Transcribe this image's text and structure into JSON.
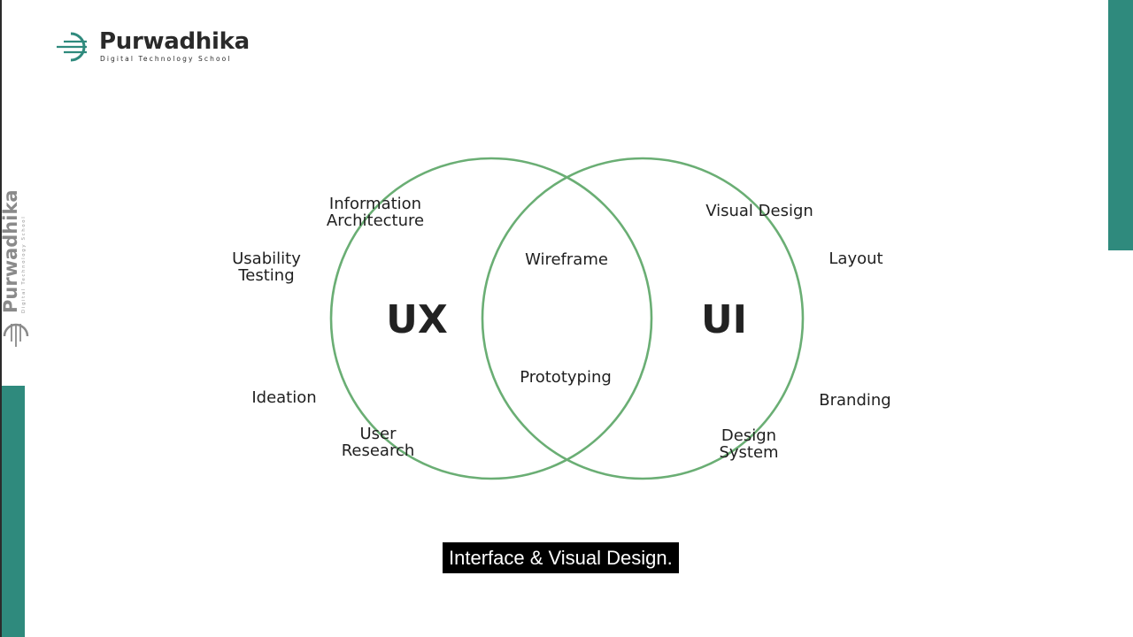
{
  "brand": {
    "name": "Purwadhika",
    "tagline": "Digital Technology School",
    "accent_color": "#2f8a7d"
  },
  "diagram": {
    "circle_color": "#6aae74",
    "sets": {
      "ux": "UX",
      "ui": "UI"
    },
    "ux_items": {
      "information_architecture": [
        "Information",
        "Architecture"
      ],
      "usability_testing": [
        "Usability",
        "Testing"
      ],
      "ideation": "Ideation",
      "user_research": [
        "User",
        "Research"
      ]
    },
    "overlap_items": {
      "wireframe": "Wireframe",
      "prototyping": "Prototyping"
    },
    "ui_items": {
      "visual_design": "Visual Design",
      "layout": "Layout",
      "branding": "Branding",
      "design_system": [
        "Design",
        "System"
      ]
    }
  },
  "subtitle": {
    "text": "Interface & Visual Design."
  }
}
